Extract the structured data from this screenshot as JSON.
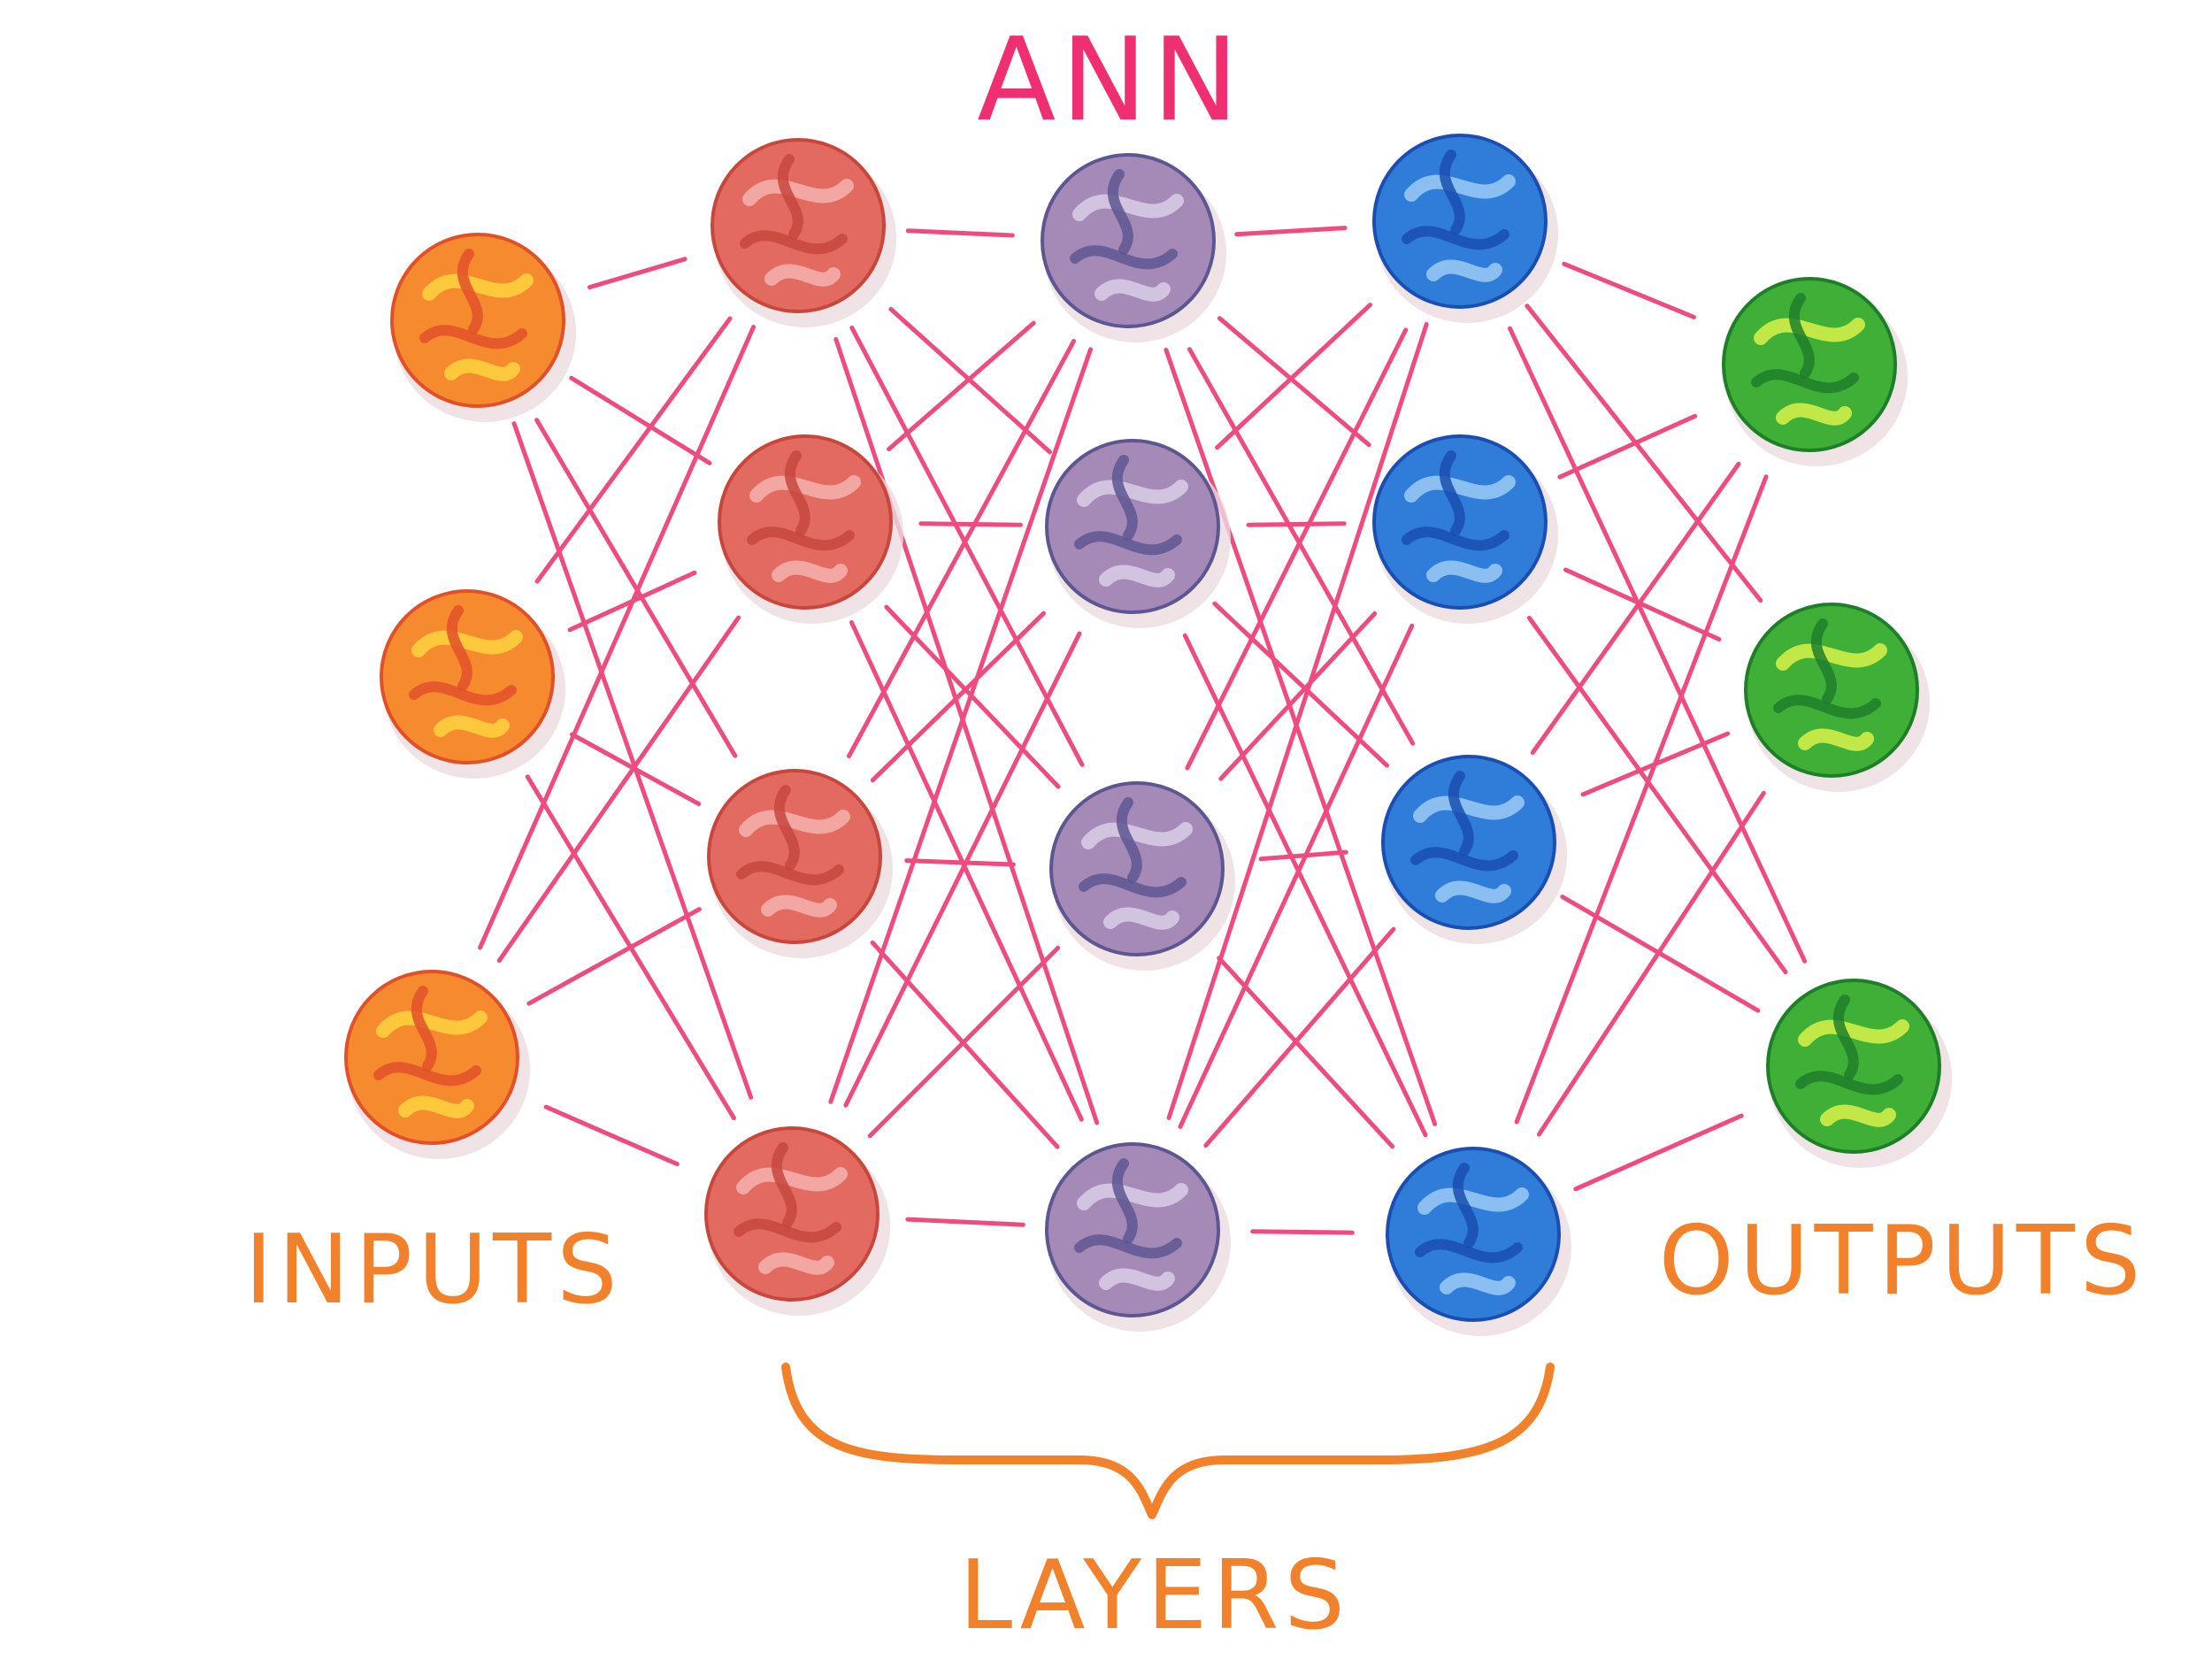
{
  "title": "ANN",
  "labels": {
    "inputs": "INPUTS",
    "layers": "LAYERS",
    "outputs": "OUTPUTS"
  },
  "colors": {
    "title": "#EF2F72",
    "labels": "#F2812B",
    "connections": "#EE4C7E",
    "brace": "#F2812B"
  },
  "network": {
    "layers": [
      {
        "role": "input",
        "neurons": 3,
        "base_color": "#F58A2E",
        "highlight": "#FFD23F",
        "stroke_color": "#E2502A"
      },
      {
        "role": "hidden",
        "neurons": 4,
        "base_color": "#E26A60",
        "highlight": "#F4B2AE",
        "stroke_color": "#C7473E"
      },
      {
        "role": "hidden",
        "neurons": 4,
        "base_color": "#A58AB8",
        "highlight": "#D9CCE6",
        "stroke_color": "#5E5691"
      },
      {
        "role": "hidden",
        "neurons": 4,
        "base_color": "#2F7CD9",
        "highlight": "#9CCBF5",
        "stroke_color": "#1A4FB0"
      },
      {
        "role": "output",
        "neurons": 3,
        "base_color": "#3FAF37",
        "highlight": "#D8F24A",
        "stroke_color": "#1F7F2A"
      }
    ]
  }
}
